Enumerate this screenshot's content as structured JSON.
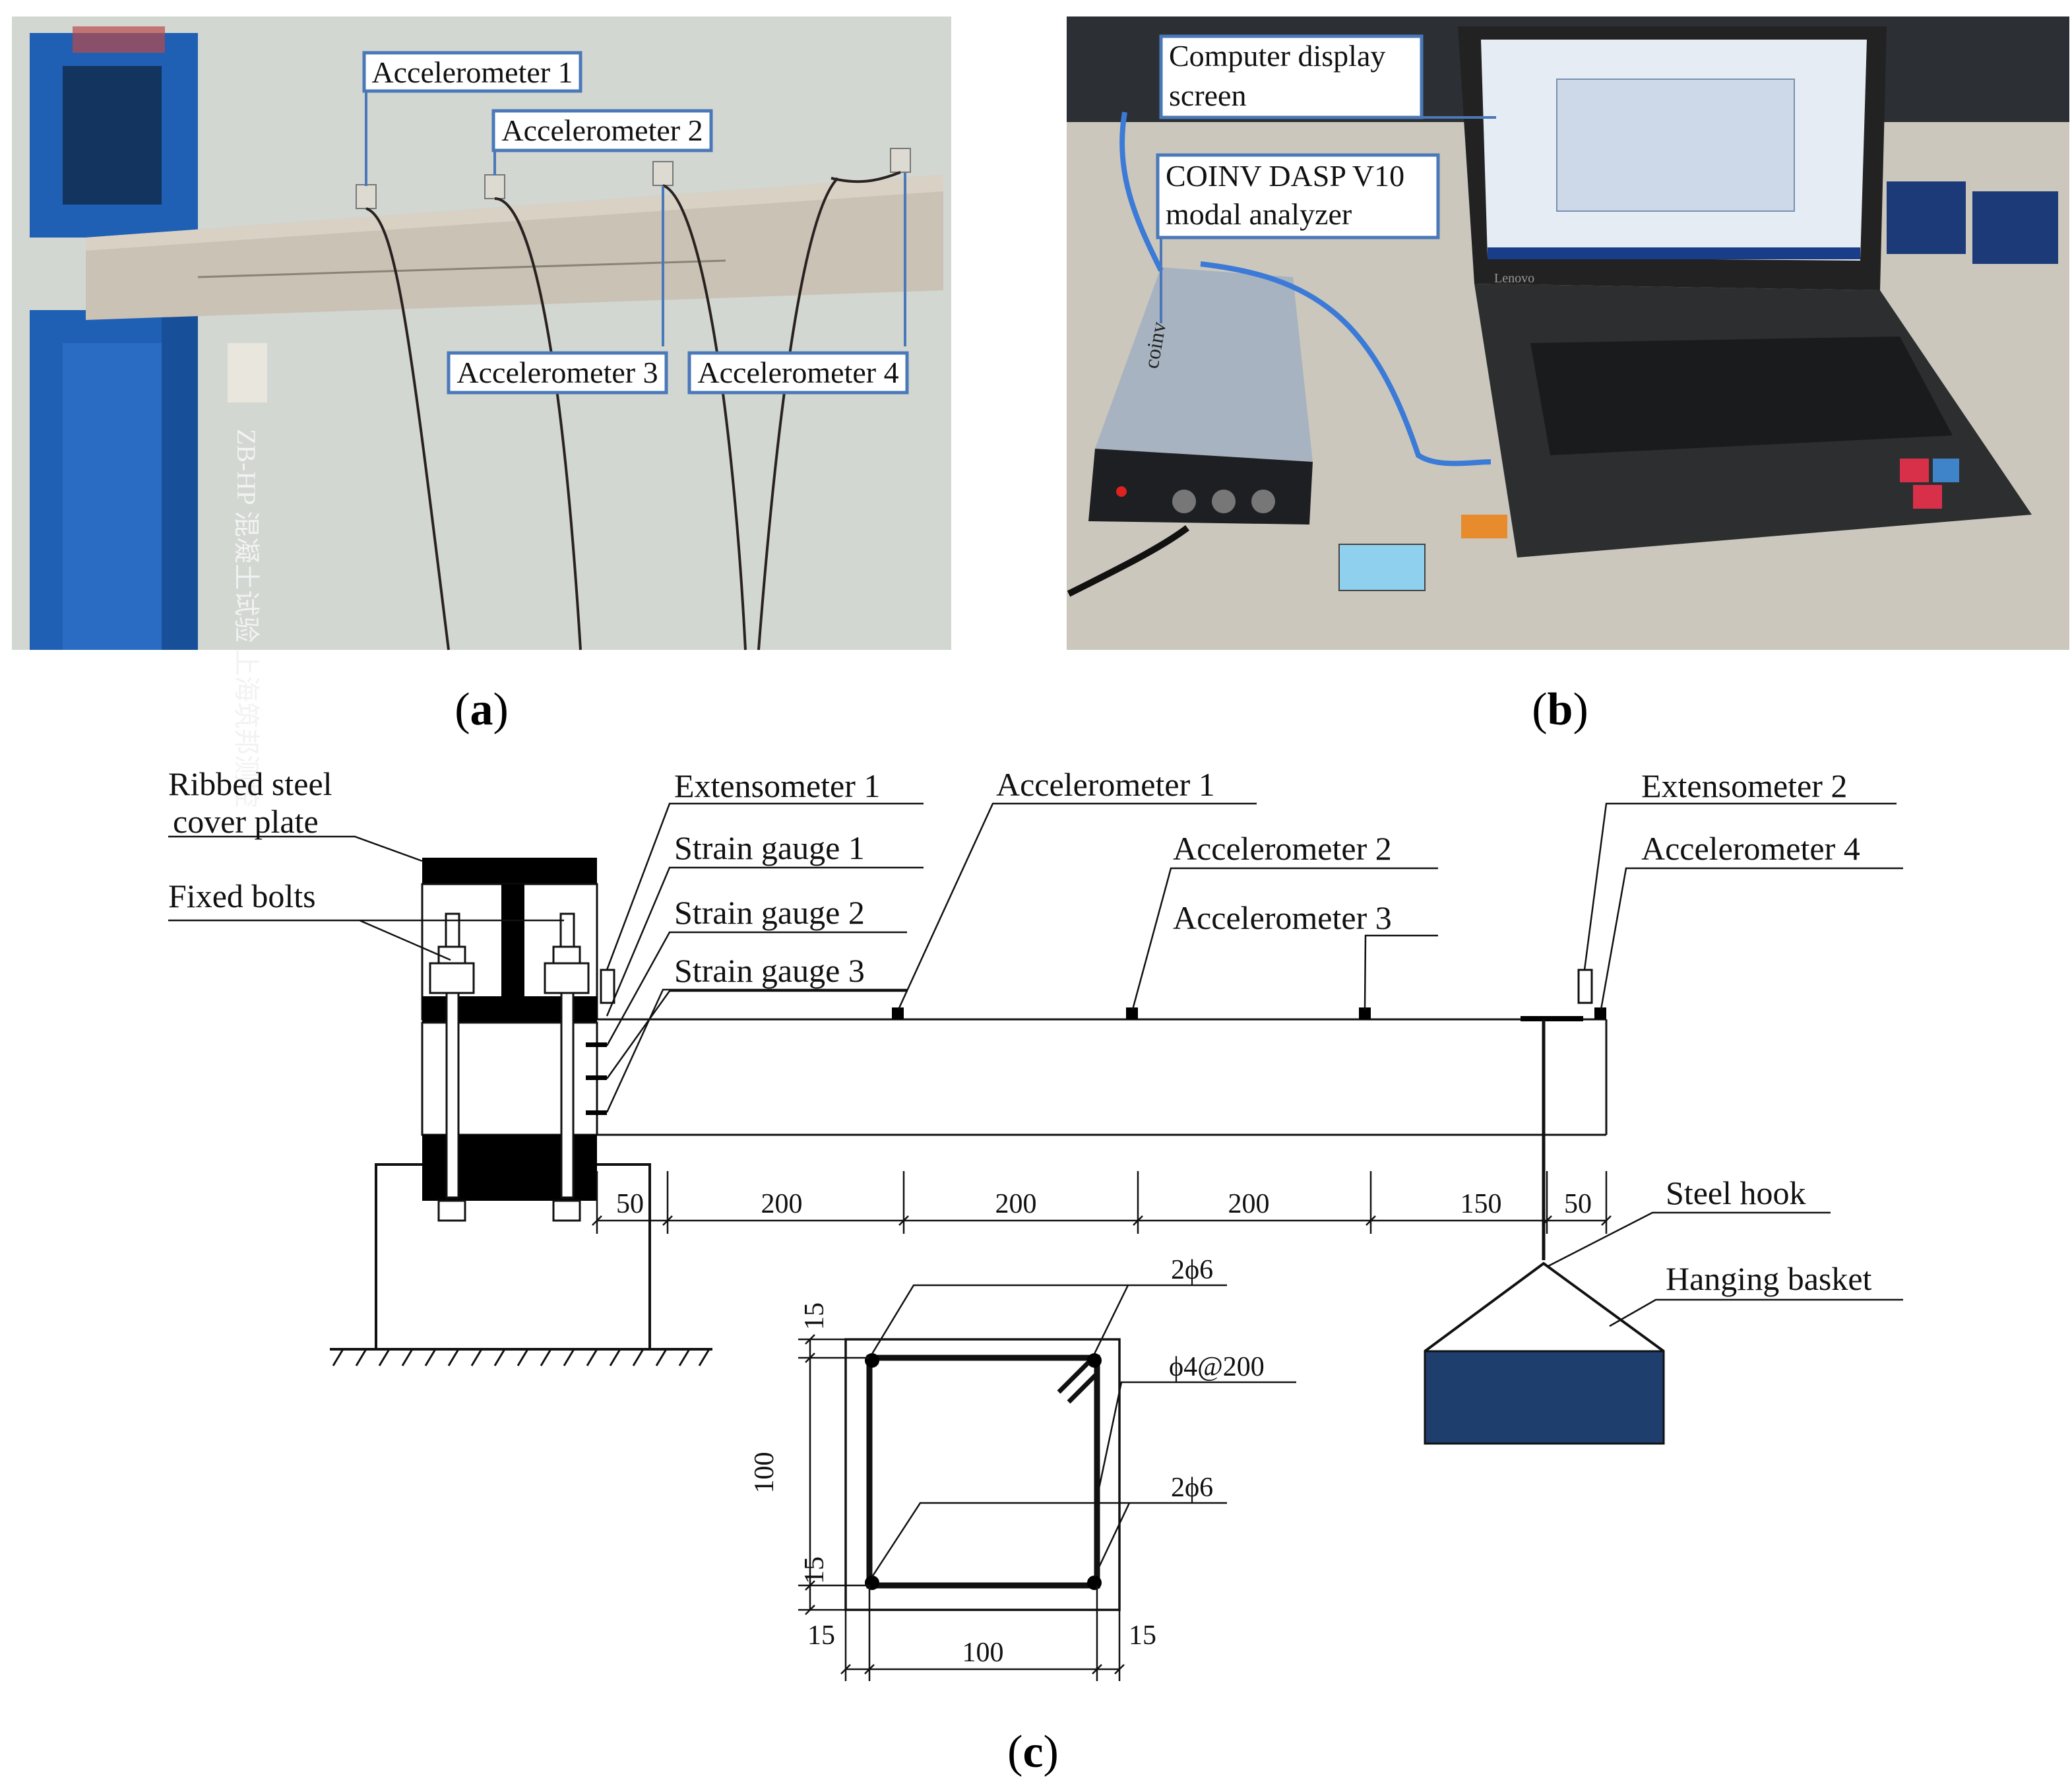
{
  "panels": {
    "a": {
      "letter": "a",
      "callouts": [
        "Accelerometer 1",
        "Accelerometer 2",
        "Accelerometer 3",
        "Accelerometer 4"
      ],
      "sign_text": "ZB-HP 混凝土试验 上海筑邦测控"
    },
    "b": {
      "letter": "b",
      "screen_label": [
        "Computer display",
        "screen"
      ],
      "analyzer_label": [
        "COINV DASP V10",
        "modal analyzer"
      ],
      "device_brand": "coinv",
      "laptop_brand": "Lenovo"
    },
    "c": {
      "letter": "c",
      "labels": {
        "cover_plate": [
          "Ribbed steel",
          "cover plate"
        ],
        "bolts": "Fixed bolts",
        "ext1": "Extensometer 1",
        "sg1": "Strain gauge 1",
        "sg2": "Strain gauge 2",
        "sg3": "Strain gauge 3",
        "acc1": "Accelerometer 1",
        "acc2": "Accelerometer 2",
        "acc3": "Accelerometer 3",
        "ext2": "Extensometer 2",
        "acc4": "Accelerometer 4",
        "hook": "Steel hook",
        "basket": "Hanging basket"
      },
      "span_dims": [
        "50",
        "200",
        "200",
        "200",
        "150",
        "50"
      ],
      "section": {
        "rebar_top": "2ϕ6",
        "stirrup": "ϕ4@200",
        "rebar_bottom": "2ϕ6",
        "height": "100",
        "width": "100",
        "cover_top": "15",
        "cover_bottom": "15",
        "cover_left": "15",
        "cover_right": "15"
      }
    }
  },
  "colors": {
    "callout_border": "#4a78b8",
    "steel_blue": "#1f5fb4",
    "basket": "#1e3e6e",
    "concrete": "#c9c2b5"
  }
}
